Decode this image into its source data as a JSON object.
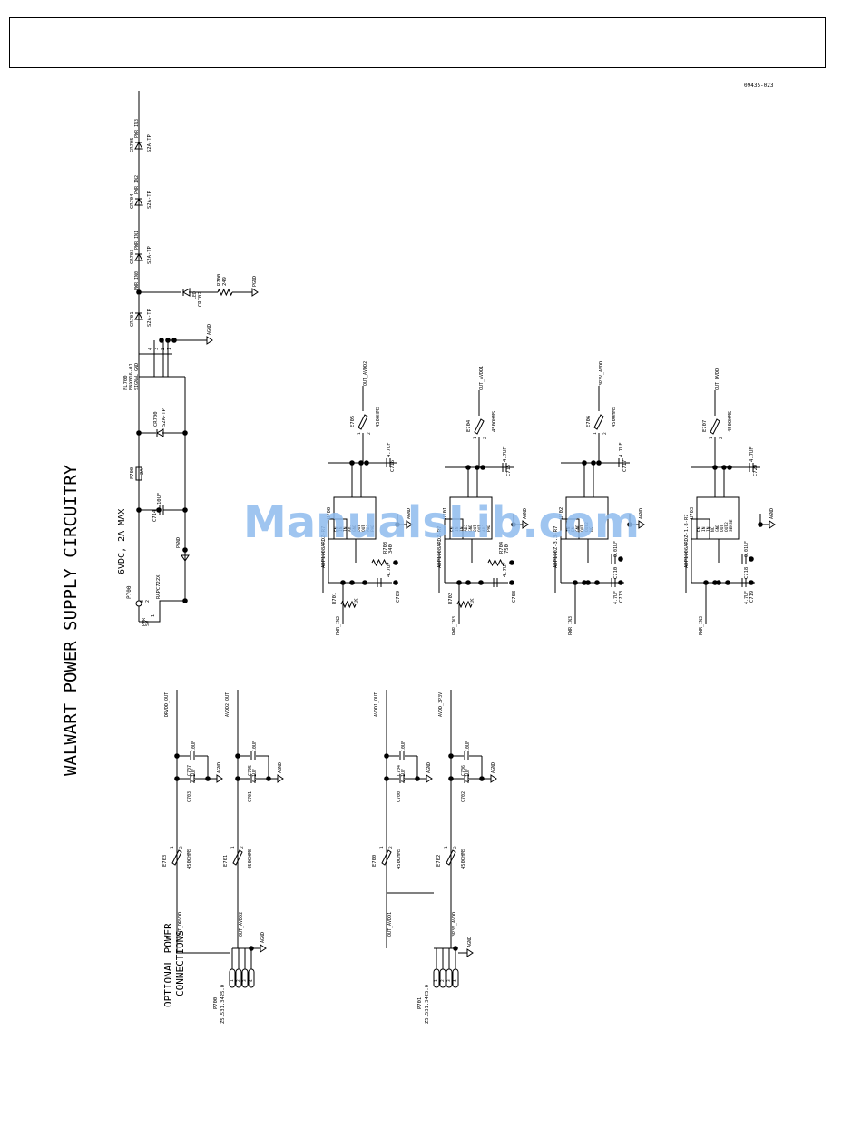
{
  "figure_id": "09435-023",
  "watermark": "ManualsLib.com",
  "sheet_title": "WALWART POWER SUPPLY CIRCUITRY",
  "section_title": [
    "OPTIONAL POWER",
    "CONNECTIONS"
  ],
  "input": {
    "rating": "6VDC, 2A MAX",
    "jack": {
      "ref": "P700",
      "part": "RAPC722X",
      "pins": [
        "1",
        "2",
        "3"
      ],
      "pin_labels": [
        "PWR",
        "SW"
      ]
    },
    "fuse": {
      "ref": "F700",
      "rating": "2A"
    },
    "cap_in": {
      "ref": "C714",
      "value": "10UF"
    },
    "diode_in": {
      "ref": "CR700",
      "part": "S2A-TP"
    },
    "filter": {
      "ref": "FL700",
      "part": "BNX016-01",
      "pins": [
        "1",
        "2",
        "3",
        "4"
      ],
      "net": "SIGNAL GND"
    },
    "diode_main": {
      "ref": "CR701",
      "part": "S2A-TP"
    },
    "net_main": "PWR_IN0",
    "led": {
      "ref": "CR702",
      "part": "LED"
    },
    "res_led": {
      "ref": "R700",
      "value": "249"
    },
    "gnd": "PGND"
  },
  "diode_chain": [
    {
      "ref": "CR703",
      "part": "S2A-TP",
      "net": "PWR_IN1"
    },
    {
      "ref": "CR704",
      "part": "S2A-TP",
      "net": "PWR_IN2"
    },
    {
      "ref": "CR705",
      "part": "S2A-TP",
      "net": "PWR_IN3"
    }
  ],
  "regulators": [
    {
      "part": "ADP1708ARDZ-R7",
      "ref": "U700",
      "in_net": "PWR_IN2",
      "pins": [
        "EN",
        "IN",
        "IN",
        "ADJ",
        "GND",
        "OUT",
        "OUT",
        "ADJ",
        "PAD"
      ],
      "res": [
        {
          "ref": "R701",
          "value": "1K"
        },
        {
          "ref": "R703",
          "value": "340"
        }
      ],
      "caps": [
        {
          "ref": "C709",
          "value": "4.7UF"
        },
        {
          "ref": "C716",
          "value": "4.7UF"
        }
      ],
      "bead": {
        "ref": "E705",
        "value": "450OHMS"
      },
      "out_net": "OUT_AVDD2"
    },
    {
      "ref": "U701",
      "part": "ADP1708ARDZ-R7",
      "in_net": "PWR_IN3",
      "pins": [
        "EN",
        "IN",
        "IN",
        "ADJ",
        "GND",
        "OUT",
        "OUT",
        "ADJ",
        "PAD"
      ],
      "res": [
        {
          "ref": "R702",
          "value": "1K"
        },
        {
          "ref": "R704",
          "value": "750"
        }
      ],
      "caps": [
        {
          "ref": "C708",
          "value": "4.7UF"
        },
        {
          "ref": "C715",
          "value": "4.7UF"
        }
      ],
      "bead": {
        "ref": "E704",
        "value": "450OHMS"
      },
      "out_net": "OUT_AVDD1"
    },
    {
      "ref": "U702",
      "part": "ADP170",
      "part_suffix": "Z-3.3-R7",
      "in_net": "PWR_IN3",
      "pins": [
        "IN",
        "EN",
        "GND",
        "OUT",
        "OUT2",
        "NC"
      ],
      "caps": [
        {
          "ref": "C713",
          "value": "0.01UF"
        },
        {
          "ref": "C710",
          "value": "4.7UF"
        },
        {
          "ref": "C717",
          "value": "4.7UF"
        }
      ],
      "bead": {
        "ref": "E706",
        "value": "450OHMS"
      },
      "out_net": "3P3V_AVDD"
    },
    {
      "ref": "U703",
      "part": "ADP1706ARDZ-1.8-R7",
      "in_net": "PWR_IN3",
      "pins": [
        "EN",
        "IN",
        "IN",
        "NC",
        "GND",
        "OUT",
        "OUT2",
        "SENSE"
      ],
      "caps": [
        {
          "ref": "C719",
          "value": "0.01UF"
        },
        {
          "ref": "C718",
          "value": "4.7UF"
        },
        {
          "ref": "C720",
          "value": "4.7UF"
        }
      ],
      "bead": {
        "ref": "E707",
        "value": "450OHMS"
      },
      "out_net": "OUT_DVDD"
    }
  ],
  "optional": [
    {
      "net_in": "DRVDD_OUT",
      "caps": [
        {
          "ref": "C707",
          "value": "10UF"
        },
        {
          "ref": "C703",
          "value": "0.1UF"
        }
      ],
      "bead": {
        "ref": "E703",
        "value": "450OHMS"
      },
      "net_out": "OUT_DRVDD"
    },
    {
      "net_in": "AVDD2_OUT",
      "caps": [
        {
          "ref": "C705",
          "value": "10UF"
        },
        {
          "ref": "C701",
          "value": "0.1UF"
        }
      ],
      "bead": {
        "ref": "E701",
        "value": "450OHMS"
      },
      "net_out": "OUT_AVDD2"
    },
    {
      "net_in": "AVDD1_OUT",
      "caps": [
        {
          "ref": "C704",
          "value": "10UF"
        },
        {
          "ref": "C700",
          "value": "0.1UF"
        }
      ],
      "bead": {
        "ref": "E700",
        "value": "450OHMS"
      },
      "net_out": "OUT_AVDD1"
    },
    {
      "net_in": "AVDD_3P3V",
      "caps": [
        {
          "ref": "C706",
          "value": "10UF"
        },
        {
          "ref": "C702",
          "value": "0.1UF"
        }
      ],
      "bead": {
        "ref": "E702",
        "value": "450OHMS"
      },
      "net_out": "3P3V_AVDD"
    }
  ],
  "headers": [
    {
      "ref": "P700",
      "part": "Z5.531.3425.0",
      "pins": [
        "1",
        "2",
        "3",
        "4"
      ]
    },
    {
      "ref": "P701",
      "part": "Z5.531.3425.0",
      "pins": [
        "1",
        "2",
        "3",
        "4"
      ]
    }
  ],
  "bead_pins": [
    "1",
    "2"
  ],
  "gnd_label": "AGND"
}
